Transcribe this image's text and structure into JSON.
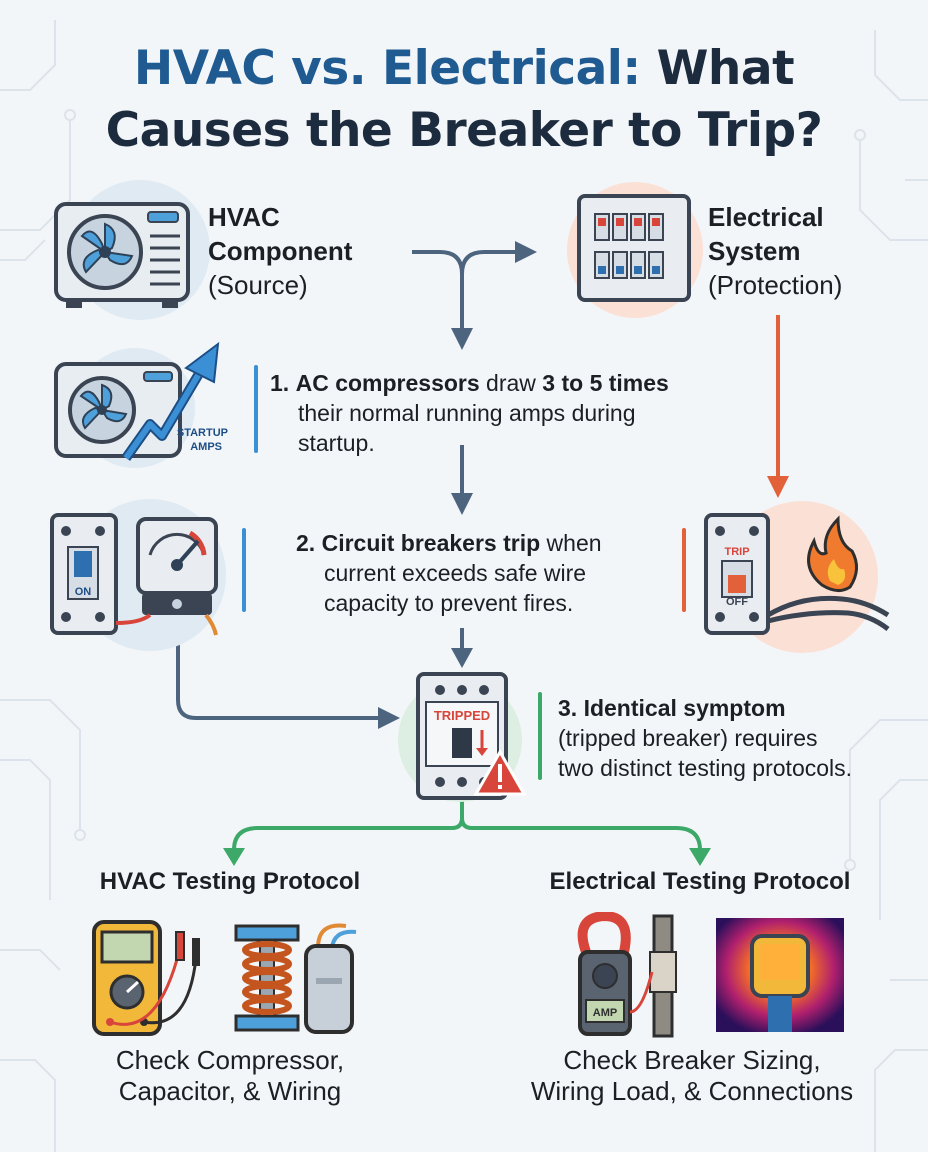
{
  "title": {
    "line1_accent": "HVAC vs. Electrical:",
    "line1_rest": " What",
    "line2": "Causes the Breaker to Trip?"
  },
  "hvac_node": {
    "line1": "HVAC",
    "line2": "Component",
    "line3": "(Source)"
  },
  "electrical_node": {
    "line1": "Electrical",
    "line2": "System",
    "line3": "(Protection)"
  },
  "startup_label": {
    "line1": "STARTUP",
    "line2": "AMPS"
  },
  "breaker_labels": {
    "on": "ON",
    "trip": "TRIP",
    "off": "OFF",
    "tripped": "TRIPPED",
    "amp": "AMP"
  },
  "steps": [
    {
      "num": "1.",
      "bold": "AC compressors",
      "mid": " draw ",
      "bold2": "3 to 5 times",
      "line2": "their normal running amps during",
      "line3": "startup."
    },
    {
      "num": "2.",
      "bold": "Circuit breakers trip",
      "mid": " when",
      "line2": "current exceeds safe wire",
      "line3": "capacity to prevent fires."
    },
    {
      "num": "3.",
      "bold": "Identical symptom",
      "line2": "(tripped breaker) requires",
      "line3": "two distinct testing protocols."
    }
  ],
  "protocols": {
    "hvac": {
      "title": "HVAC Testing Protocol",
      "line1": "Check Compressor,",
      "line2": "Capacitor, & Wiring"
    },
    "electrical": {
      "title": "Electrical Testing Protocol",
      "line1": "Check Breaker Sizing,",
      "line2": "Wiring Load, & Connections"
    }
  },
  "colors": {
    "title_accent": "#1f5a91",
    "flow_blue": "#4d647f",
    "flow_orange": "#e2603a",
    "flow_green": "#3da968",
    "bar_blue": "#3b8fd4",
    "bar_orange": "#e2603a",
    "bar_green": "#3da968"
  },
  "icons": [
    "ac-unit-icon",
    "breaker-panel-icon",
    "ac-startup-icon",
    "breaker-on-meter-icon",
    "breaker-trip-fire-icon",
    "tripped-breaker-warning-icon",
    "multimeter-icon",
    "motor-coil-icon",
    "capacitor-icon",
    "clamp-meter-icon",
    "thermal-camera-icon"
  ]
}
